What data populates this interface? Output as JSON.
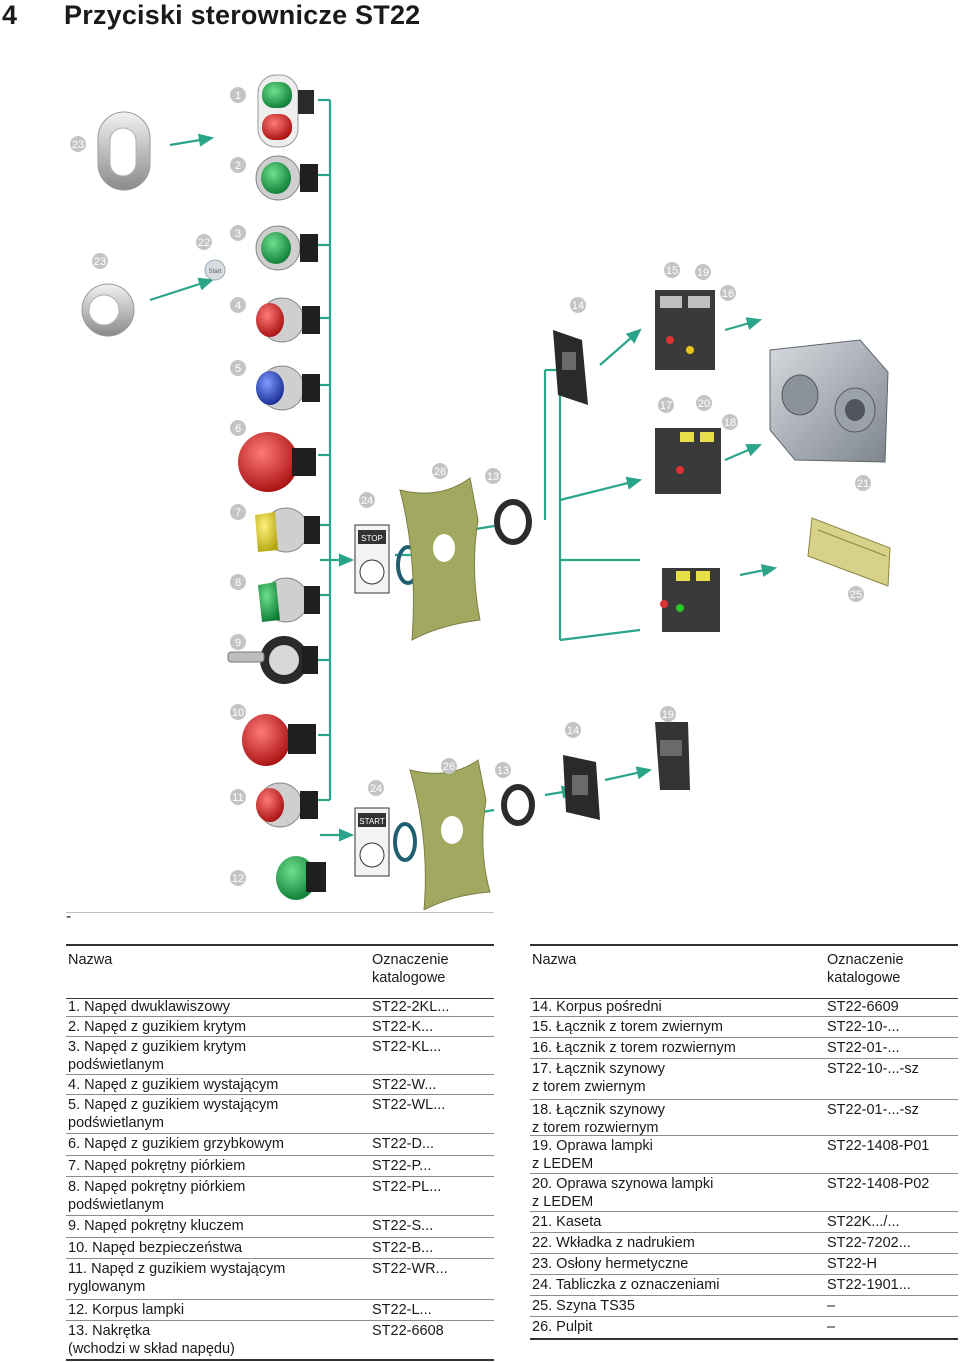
{
  "header": {
    "number": "4",
    "title": "Przyciski sterownicze ST22"
  },
  "diagram": {
    "callouts": [
      "1",
      "2",
      "3",
      "4",
      "5",
      "6",
      "7",
      "8",
      "9",
      "10",
      "11",
      "12",
      "13",
      "13",
      "14",
      "14",
      "15",
      "16",
      "17",
      "18",
      "19",
      "19",
      "20",
      "21",
      "22",
      "23",
      "23",
      "24",
      "24",
      "25",
      "26",
      "26"
    ],
    "legend_plate_top": "STOP",
    "legend_plate_bottom": "START",
    "insert_text": "Start"
  },
  "page": {
    "dash": "-"
  },
  "left_table": {
    "col_name": "Nazwa",
    "col_code": "Oznaczenie\nkatalogowe",
    "rows": [
      {
        "name": "1.  Napęd dwuklawiszowy",
        "code": "ST22-2KL..."
      },
      {
        "name": "2.  Napęd z guzikiem krytym",
        "code": "ST22-K..."
      },
      {
        "name": "3.  Napęd z guzikiem krytym\n     podświetlanym",
        "code": "ST22-KL..."
      },
      {
        "name": "4.  Napęd z guzikiem wystającym",
        "code": "ST22-W..."
      },
      {
        "name": "5.  Napęd z guzikiem wystającym\n     podświetlanym",
        "code": "ST22-WL..."
      },
      {
        "name": "6.  Napęd z guzikiem grzybkowym",
        "code": "ST22-D..."
      },
      {
        "name": "7.  Napęd pokrętny piórkiem",
        "code": "ST22-P..."
      },
      {
        "name": "8.  Napęd pokrętny piórkiem\n     podświetlanym",
        "code": "ST22-PL..."
      },
      {
        "name": "9.  Napęd pokrętny kluczem",
        "code": "ST22-S..."
      },
      {
        "name": "10.   Napęd bezpieczeństwa",
        "code": "ST22-B..."
      },
      {
        "name": "11. Napęd z guzikiem wystającym\n     ryglowanym",
        "code": "ST22-WR..."
      },
      {
        "name": "12. Korpus lampki",
        "code": "ST22-L..."
      },
      {
        "name": "13. Nakrętka\n     (wchodzi w skład napędu)",
        "code": "ST22-6608"
      }
    ]
  },
  "right_table": {
    "col_name": "Nazwa",
    "col_code": "Oznaczenie\nkatalogowe",
    "rows": [
      {
        "name": "14. Korpus pośredni",
        "code": "ST22-6609"
      },
      {
        "name": "15. Łącznik z torem zwiernym",
        "code": "ST22-10-..."
      },
      {
        "name": "16. Łącznik z torem rozwiernym",
        "code": "ST22-01-..."
      },
      {
        "name": "17. Łącznik szynowy\n     z torem zwiernym",
        "code": "ST22-10-...-sz"
      },
      {
        "name": "18. Łącznik szynowy\n     z torem rozwiernym",
        "code": "ST22-01-...-sz"
      },
      {
        "name": "19. Oprawa lampki\n      z LEDEM",
        "code": "ST22-1408-P01"
      },
      {
        "name": "20. Oprawa szynowa lampki\n      z LEDEM",
        "code": "ST22-1408-P02"
      },
      {
        "name": "21. Kaseta",
        "code": "ST22K.../..."
      },
      {
        "name": "22. Wkładka z nadrukiem",
        "code": "ST22-7202..."
      },
      {
        "name": "23. Osłony hermetyczne",
        "code": "ST22-H"
      },
      {
        "name": "24. Tabliczka z oznaczeniami",
        "code": "ST22-1901..."
      },
      {
        "name": "25. Szyna TS35",
        "code": "–"
      },
      {
        "name": "26. Pulpit",
        "code": "–"
      }
    ]
  },
  "colors": {
    "wire": "#2aa58a",
    "callout": "#c4c4c4",
    "plate": "#a3a861"
  }
}
